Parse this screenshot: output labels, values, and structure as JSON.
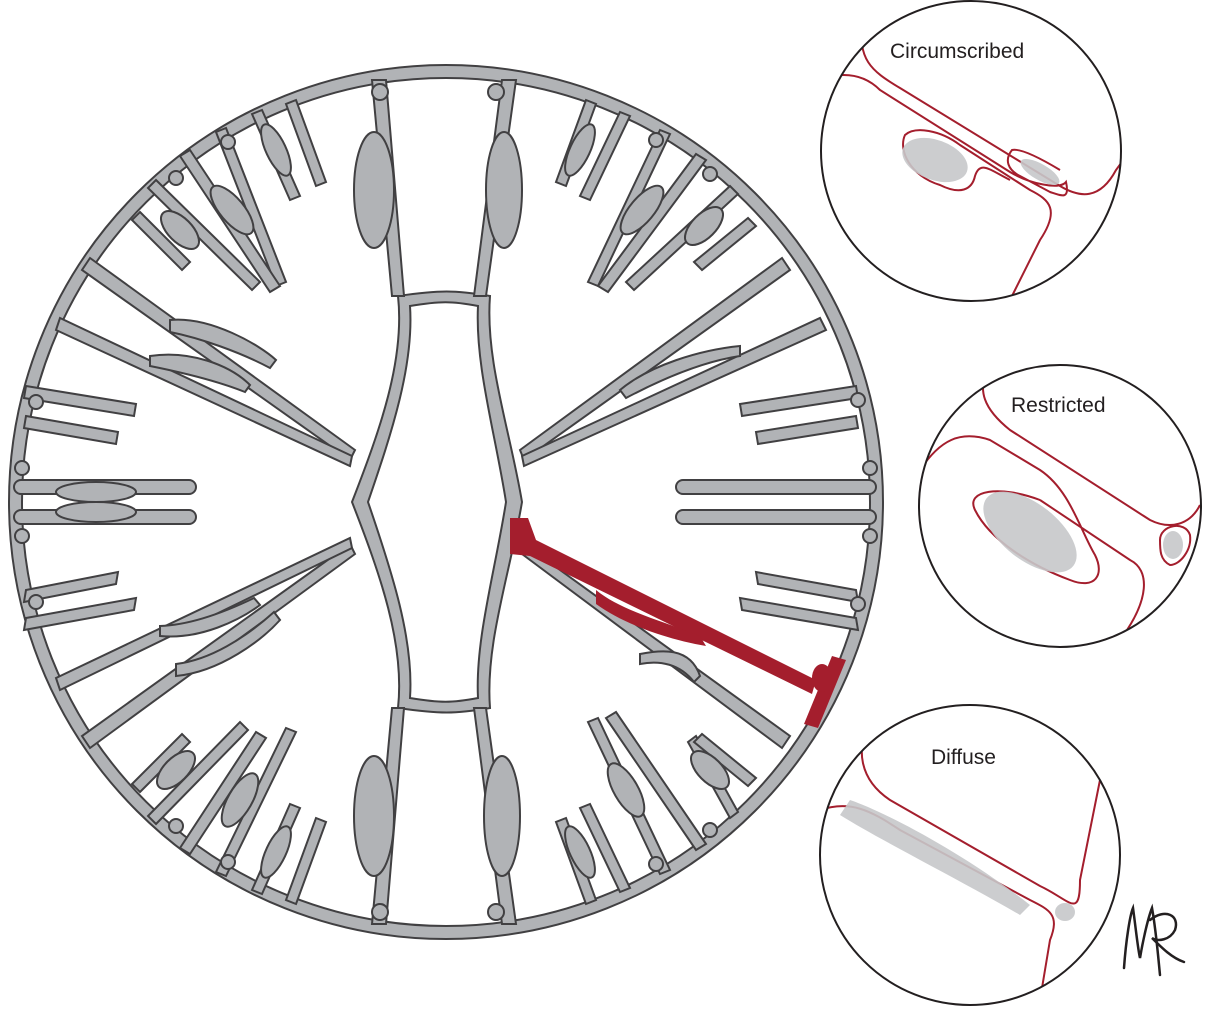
{
  "insets": [
    {
      "id": "circumscribed",
      "label": "Circumscribed"
    },
    {
      "id": "restricted",
      "label": "Restricted"
    },
    {
      "id": "diffuse",
      "label": "Diffuse"
    }
  ],
  "signature": "MR",
  "colors": {
    "tissue_fill": "#b1b3b6",
    "tissue_stroke": "#414042",
    "highlight": "#a41e2d",
    "lesion_fill": "#c7c8ca",
    "outline": "#231f20"
  }
}
